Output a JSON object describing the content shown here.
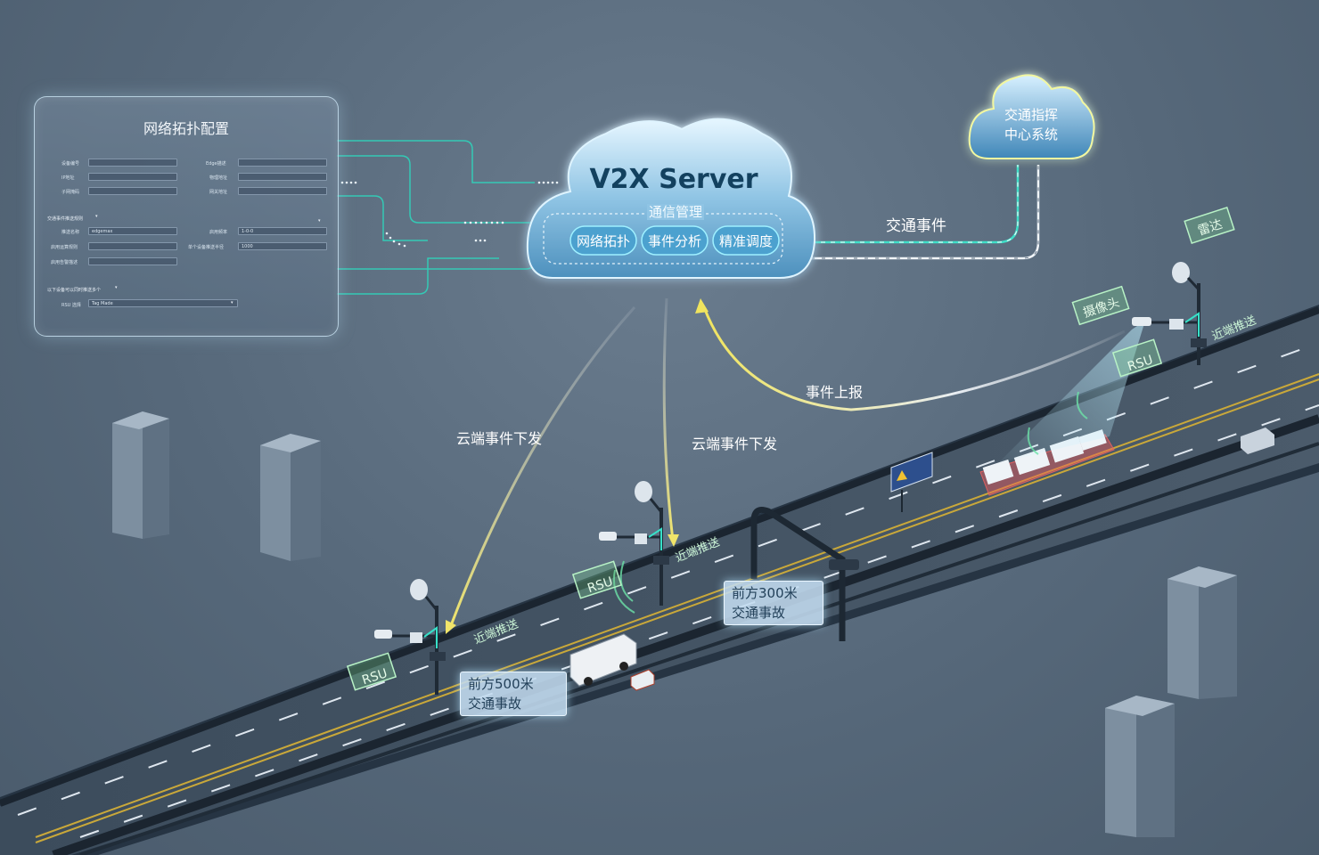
{
  "server": {
    "title": "V2X Server",
    "subtitle": "通信管理",
    "modules": [
      "网络拓扑",
      "事件分析",
      "精准调度"
    ]
  },
  "command_center": {
    "line1": "交通指挥",
    "line2": "中心系统"
  },
  "flows": {
    "traffic_event": "交通事件",
    "event_report": "事件上报",
    "cloud_dispatch_1": "云端事件下发",
    "cloud_dispatch_2": "云端事件下发",
    "near_push": "近端推送"
  },
  "sensors": {
    "radar": "雷达",
    "camera": "摄像头",
    "rsu": "RSU"
  },
  "callouts": [
    {
      "line1": "前方500米",
      "line2": "交通事故"
    },
    {
      "line1": "前方300米",
      "line2": "交通事故"
    }
  ],
  "config_panel": {
    "title": "网络拓扑配置",
    "fields_left": [
      "设备编号",
      "IP地址",
      "子网掩码"
    ],
    "fields_right": [
      "Edge描述",
      "物理地址",
      "网关地址"
    ],
    "section1": "交通事件推送规则",
    "rule_labels": [
      "推送名称",
      "启用运算规则",
      "启用告警描述"
    ],
    "rule_right_labels": [
      "启用频率",
      "单个设备推送半径"
    ],
    "rule_name_value": "edgemax",
    "rule_freq_value": "1-0-0",
    "rule_radius_value": "1000",
    "section2": "以下设备可以同时推送多个",
    "rsu_label": "RSU 选择",
    "rsu_value": "Tag Made"
  }
}
